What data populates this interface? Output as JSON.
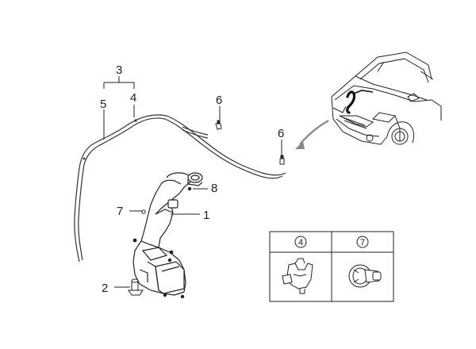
{
  "callouts": {
    "c1": "1",
    "c2": "2",
    "c3": "3",
    "c4": "4",
    "c5": "5",
    "c6a": "6",
    "c6b": "6",
    "c7": "7",
    "c8": "8"
  },
  "legend_table": {
    "headers": [
      "4",
      "7"
    ]
  }
}
